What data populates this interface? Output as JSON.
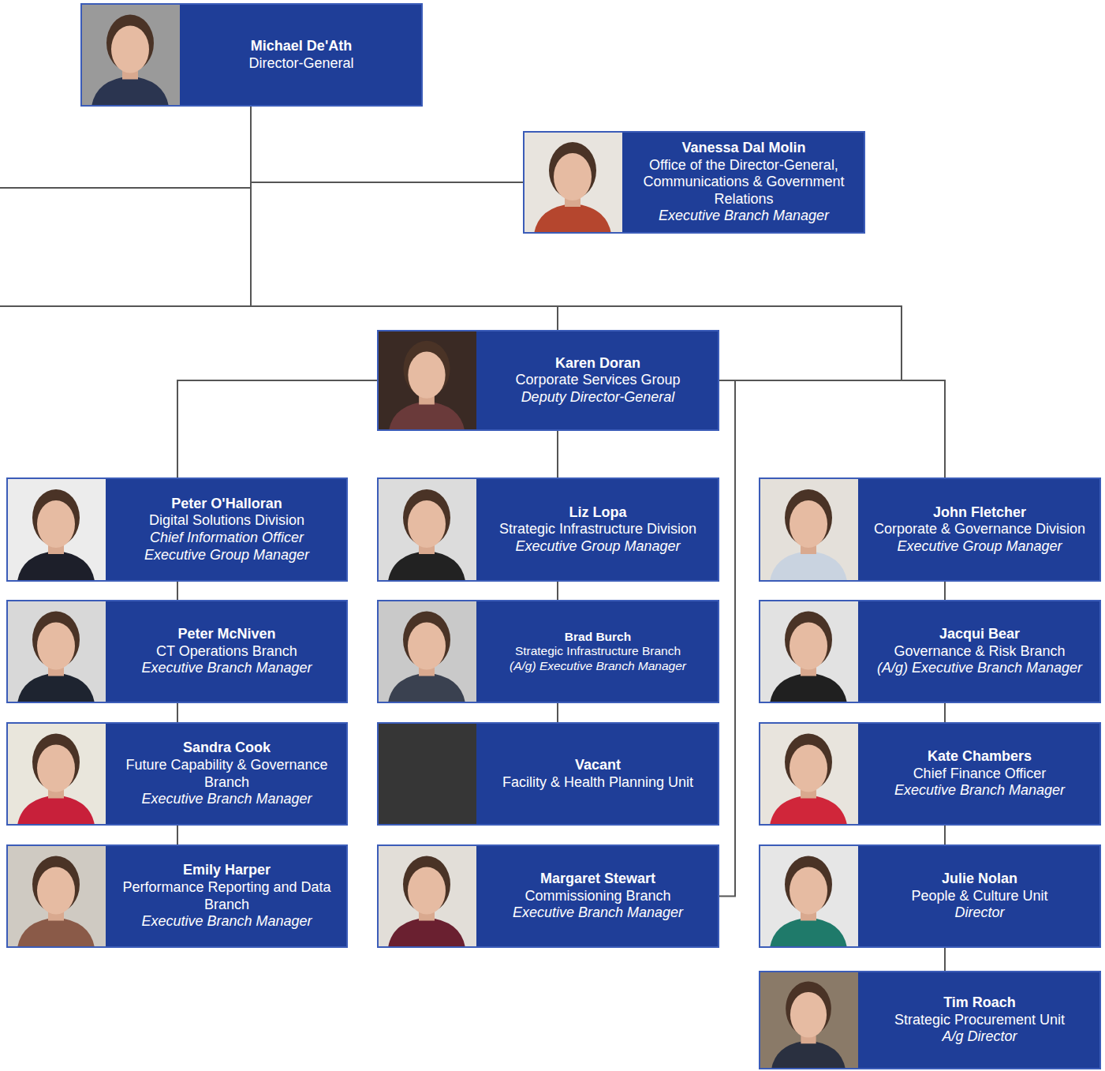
{
  "diagram": {
    "nodes": [
      {
        "text": [
          "Michael De'Ath",
          "Director-General"
        ]
      },
      {
        "text": [
          "Vanessa Dal Molin",
          "Office of the Director-General, Communications & Government Relations",
          "Executive Branch Manager"
        ]
      },
      {
        "text": [
          "Karen Doran",
          "Corporate Services Group",
          "Deputy Director-General"
        ]
      },
      {
        "text": [
          "Peter O'Halloran",
          "Digital Solutions Division",
          "Chief Information Officer",
          "Executive Group Manager"
        ]
      },
      {
        "text": [
          "Liz Lopa",
          "Strategic Infrastructure Division",
          "Executive Group Manager"
        ]
      },
      {
        "text": [
          "John Fletcher",
          "Corporate & Governance Division",
          "Executive Group Manager"
        ]
      },
      {
        "text": [
          "Peter McNiven",
          "CT Operations Branch",
          "Executive Branch Manager"
        ]
      },
      {
        "text": [
          "Brad Burch",
          "Strategic Infrastructure Branch",
          "(A/g) Executive Branch Manager"
        ]
      },
      {
        "text": [
          "Jacqui Bear",
          "Governance & Risk Branch",
          "(A/g) Executive Branch Manager"
        ]
      },
      {
        "text": [
          "Sandra Cook",
          "Future Capability & Governance Branch",
          "Executive Branch Manager"
        ]
      },
      {
        "text": [
          "Vacant",
          "Facility & Health Planning Unit"
        ]
      },
      {
        "text": [
          "Kate Chambers",
          "Chief Finance Officer",
          "Executive Branch Manager"
        ]
      },
      {
        "text": [
          "Emily Harper",
          "Performance Reporting and Data Branch",
          "Executive Branch Manager"
        ]
      },
      {
        "text": [
          "Margaret Stewart",
          "Commissioning Branch",
          "Executive Branch Manager"
        ]
      },
      {
        "text": [
          "Julie Nolan",
          "People & Culture Unit",
          "Director"
        ]
      },
      {
        "text": [
          "Tim Roach",
          "Strategic Procurement Unit",
          "A/g Director"
        ]
      }
    ],
    "edges": [
      {
        "from": 0,
        "to": 1,
        "arrow": "none"
      },
      {
        "from": 0,
        "to": 2,
        "arrow": "none"
      },
      {
        "from": 2,
        "to": 3,
        "arrow": "none"
      },
      {
        "from": 2,
        "to": 4,
        "arrow": "none"
      },
      {
        "from": 2,
        "to": 5,
        "arrow": "none"
      },
      {
        "from": 2,
        "to": 13,
        "arrow": "none"
      },
      {
        "from": 3,
        "to": 6,
        "arrow": "none"
      },
      {
        "from": 6,
        "to": 9,
        "arrow": "none"
      },
      {
        "from": 9,
        "to": 12,
        "arrow": "none"
      },
      {
        "from": 4,
        "to": 7,
        "arrow": "none"
      },
      {
        "from": 7,
        "to": 10,
        "arrow": "none"
      },
      {
        "from": 5,
        "to": 8,
        "arrow": "none"
      },
      {
        "from": 8,
        "to": 11,
        "arrow": "none"
      },
      {
        "from": 11,
        "to": 14,
        "arrow": "none"
      },
      {
        "from": 14,
        "to": 15,
        "arrow": "none"
      }
    ]
  }
}
